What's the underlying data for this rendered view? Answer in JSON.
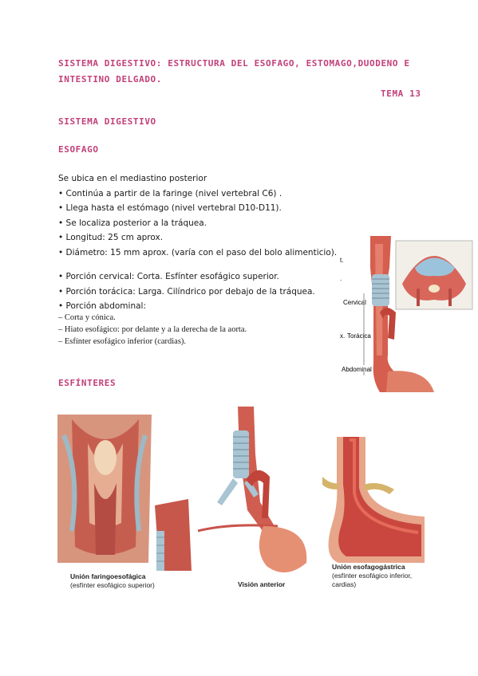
{
  "title": {
    "line1": "SISTEMA DIGESTIVO: ESTRUCTURA DEL ESOFAGO, ESTOMAGO,DUODENO E",
    "line2": "INTESTINO DELGADO."
  },
  "tema": "TEMA 13",
  "section1": "SISTEMA DIGESTIVO",
  "section2": "ESOFAGO",
  "esofago": {
    "intro": "Se ubica en el mediastino posterior",
    "b1": "• Continúa a partir de la faringe (nivel vertebral C6) .",
    "b2": " • Llega hasta el estómago (nivel vertebral D10-D11).",
    "b3": " • Se localiza posterior a la tráquea.",
    "b4": "• Longitud: 25 cm aprox.",
    "b5": " • Diámetro: 15 mm aprox. (varía con el paso del bolo alimenticio).",
    "b6": "• Porción cervical: Corta. Esfínter esofágico superior.",
    "b7": "• Porción torácica: Larga. Cilíndrico por debajo de la tráquea.",
    "b8": " • Porción abdominal:",
    "s1": "– Corta y cónica.",
    "s2": " – Hiato esofágico: por delante y a la derecha de la aorta.",
    "s3": " – Esfínter esofágico inferior (cardias)."
  },
  "figure_esofago": {
    "label_cervical": "Cervical",
    "label_toracica": "Torácica",
    "label_abdominal": "Abdominal",
    "label_t": "t.",
    "label_x": "x."
  },
  "section3": "ESFÍNTERES",
  "captions": {
    "fig1_title": "Unión faringoesofágica",
    "fig1_sub": "(esfínter esofágico superior)",
    "fig2_title": "Visión anterior",
    "fig3_title": "Unión esofagogástrica",
    "fig3_sub": "(esfínter esofágico inferior, cardias)"
  },
  "colors": {
    "heading": "#c2407a",
    "muscle": "#c9524a",
    "muscle_light": "#e89a80",
    "trachea": "#9ab8c8"
  }
}
